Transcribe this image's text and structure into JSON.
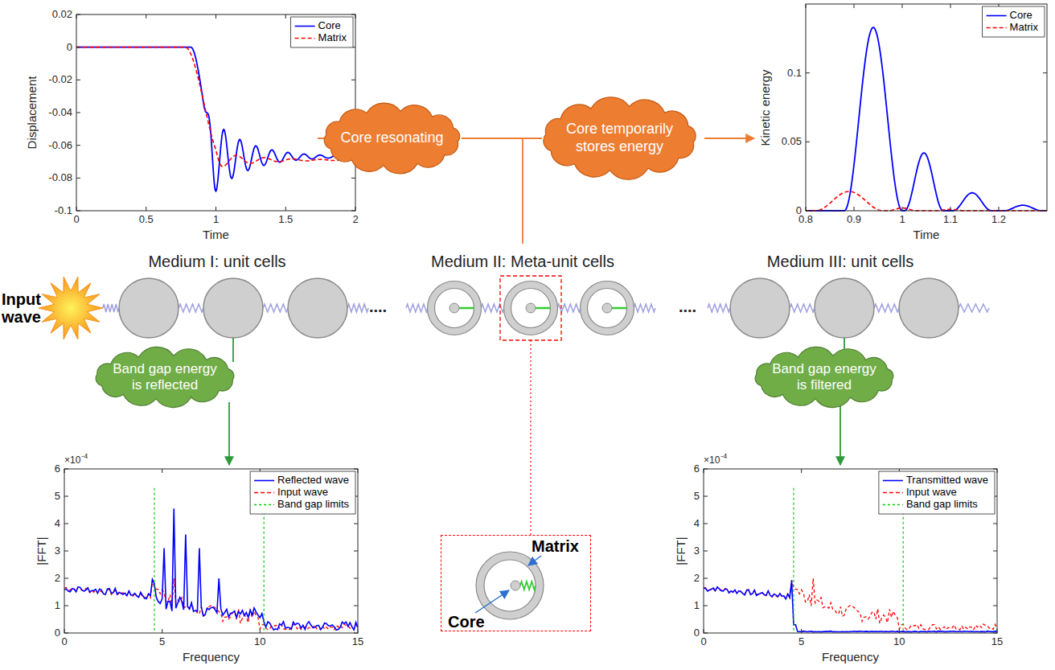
{
  "diagram": {
    "nodes": [
      {
        "text": [
          "Core resonating"
        ]
      },
      {
        "text": [
          "Core temporarily stores energy"
        ]
      },
      {
        "text": [
          "Input wave"
        ]
      },
      {
        "text": [
          "Band gap energy is reflected"
        ]
      },
      {
        "text": [
          "Band gap energy is filtered"
        ]
      },
      {
        "text": [
          "Matrix",
          "Core"
        ]
      }
    ],
    "edges": [
      {
        "from": 0,
        "to": 1,
        "arrow": "none"
      }
    ],
    "labels": [
      "0.02",
      "0",
      "-0.02",
      "-0.04",
      "-0.06",
      "-0.08",
      "-0.1",
      "0",
      "0.5",
      "1",
      "1.5",
      "2",
      "Time",
      "Displacement",
      "0.1",
      "0.05",
      "0",
      "0.8",
      "0.9",
      "1",
      "1.1",
      "1.2",
      "Time",
      "Kinetic energy",
      "Medium I: unit cells",
      "Medium II: Meta-unit cells",
      "Medium III: unit cells",
      "....",
      "....",
      "×10",
      "-4",
      "6",
      "5",
      "4",
      "3",
      "2",
      "1",
      "0",
      "0",
      "5",
      "10",
      "15",
      "Frequency",
      "|FFT|",
      "×10",
      "-4",
      "6",
      "5",
      "4",
      "3",
      "2",
      "1",
      "0",
      "0",
      "5",
      "10",
      "15",
      "Frequency",
      "|FFT|"
    ],
    "legend": [
      {
        "text": "Core"
      },
      {
        "text": "Matrix"
      },
      {
        "text": "Core"
      },
      {
        "text": "Matrix"
      },
      {
        "text": "Reflected wave"
      },
      {
        "text": "Input wave"
      },
      {
        "text": "Band gap limits"
      },
      {
        "text": "Transmitted wave"
      },
      {
        "text": "Input wave"
      },
      {
        "text": "Band gap limits"
      }
    ]
  }
}
